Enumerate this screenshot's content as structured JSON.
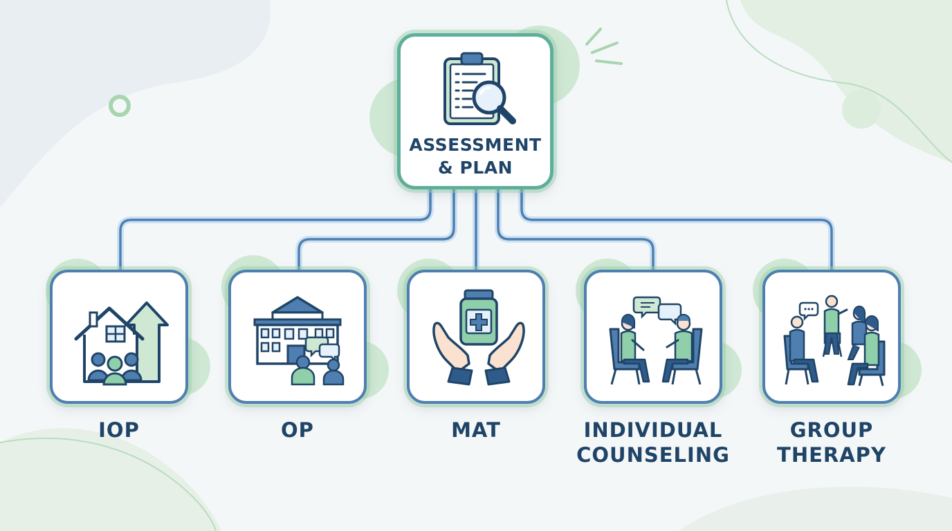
{
  "root": {
    "title_line1": "ASSESSMENT",
    "title_line2": "& PLAN",
    "icon": "clipboard-magnifier-icon"
  },
  "nodes": [
    {
      "id": "iop",
      "label_line1": "IOP",
      "label_line2": "",
      "icon": "house-family-arrow-icon"
    },
    {
      "id": "op",
      "label_line1": "OP",
      "label_line2": "",
      "icon": "clinic-consultation-icon"
    },
    {
      "id": "mat",
      "label_line1": "MAT",
      "label_line2": "",
      "icon": "hands-medication-icon"
    },
    {
      "id": "individual-counseling",
      "label_line1": "INDIVIDUAL",
      "label_line2": "COUNSELING",
      "icon": "two-person-conversation-icon"
    },
    {
      "id": "group-therapy",
      "label_line1": "GROUP",
      "label_line2": "THERAPY",
      "icon": "group-circle-icon"
    }
  ],
  "colors": {
    "navy": "#1f4467",
    "blue_stroke": "#4f7fb0",
    "teal_accent": "#5fae9c",
    "green_fill": "#cfe8d4",
    "connector_glow": "#9cc7f0"
  }
}
